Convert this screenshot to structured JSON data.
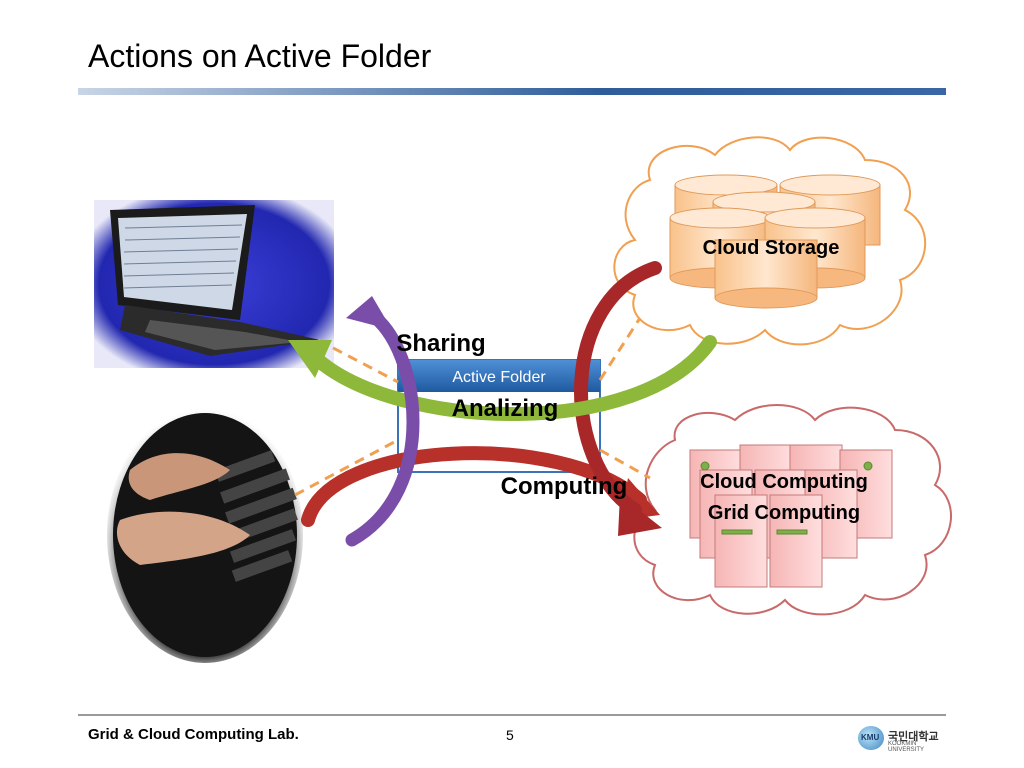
{
  "slide": {
    "title": "Actions on Active Folder"
  },
  "diagram": {
    "center_box": "Active Folder",
    "actions": {
      "sharing": "Sharing",
      "analizing": "Analizing",
      "computing": "Computing"
    },
    "clouds": {
      "storage": "Cloud Storage",
      "computing_line1": "Cloud Computing",
      "computing_line2": "Grid Computing"
    },
    "colors": {
      "sharing_arrow": "#7a4ea8",
      "analizing_arrow": "#8db83a",
      "computing_arrow": "#b8302a",
      "dashed_link": "#f0a050",
      "storage_cloud": "#f0a050",
      "compute_cloud": "#c86a6a",
      "box_header": "#2f6fb8"
    }
  },
  "footer": {
    "lab": "Grid & Cloud Computing Lab.",
    "page_number": "5",
    "logo_mark": "KMU",
    "logo_name": "국민대학교",
    "logo_sub": "KOOKMIN UNIVERSITY"
  }
}
